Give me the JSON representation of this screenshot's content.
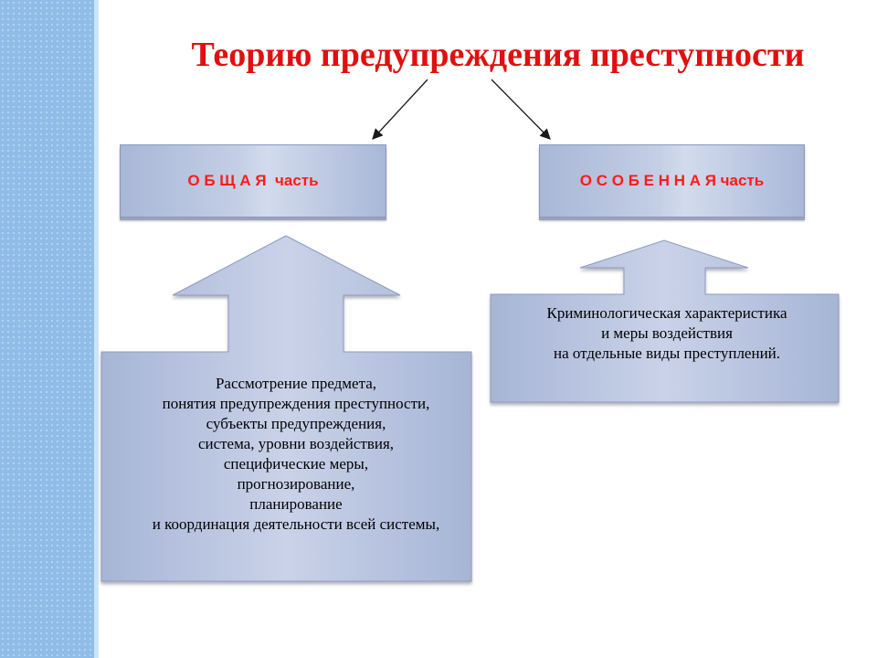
{
  "title": "Теорию предупреждения преступности",
  "general_part": {
    "label": "О Б Щ А Я  часть"
  },
  "special_part": {
    "label": "О С О Б Е Н Н А Я часть"
  },
  "general_content": {
    "lines": [
      "Рассмотрение  предмета,",
      "понятия предупреждения преступности,",
      "субъекты предупреждения,",
      "система, уровни воздействия,",
      "специфические меры,",
      "прогнозирование,",
      "планирование",
      "и координация деятельности всей системы,"
    ]
  },
  "special_content": {
    "lines": [
      "Криминологическая характеристика",
      "и меры воздействия",
      "на отдельные виды преступлений."
    ]
  },
  "colors": {
    "title": "#e01010",
    "box_labels": "#ff1a1a",
    "side_band": "#8fbde8",
    "shape_fill": "#b4c1df"
  }
}
